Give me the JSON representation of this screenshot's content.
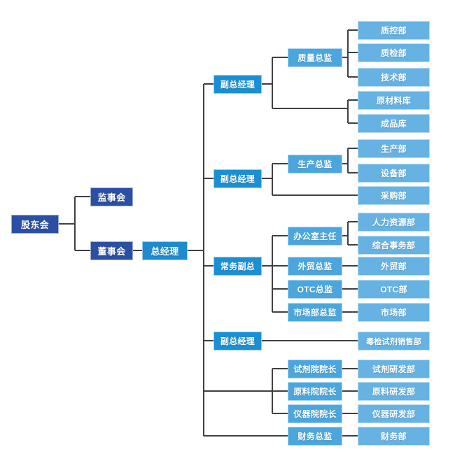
{
  "meta": {
    "title": "组织架构图",
    "colors": {
      "root": "#2b4fa2",
      "board": "#2b4fa2",
      "general_manager": "#1e8bce",
      "vice_president": "#1b8fd4",
      "director": "#4ba6dd",
      "department": "#66b2e3",
      "connector": "#404040",
      "background": "#ffffff"
    }
  },
  "nodes": {
    "shareholders": "股东会",
    "supervisors": "监事会",
    "directors_board": "董事会",
    "general_manager": "总经理",
    "vp_quality": "副总经理",
    "vp_production": "副总经理",
    "exec_vp": "常务副总",
    "vp_sales": "副总经理",
    "dir_quality": "质量总监",
    "dir_production": "生产总监",
    "dir_office": "办公室主任",
    "dir_foreign_trade": "外贸总监",
    "dir_otc": "OTC总监",
    "dir_marketing": "市场部总监",
    "dean_reagent": "试剂院院长",
    "dean_material": "原料院院长",
    "dean_instrument": "仪器院院长",
    "dir_finance": "财务总监",
    "dept_quality_control": "质控部",
    "dept_quality_inspection": "质检部",
    "dept_technology": "技术部",
    "dept_raw_material_warehouse": "原材料库",
    "dept_finished_goods_warehouse": "成品库",
    "dept_production": "生产部",
    "dept_equipment": "设备部",
    "dept_purchasing": "采购部",
    "dept_hr": "人力资源部",
    "dept_general_affairs": "综合事务部",
    "dept_foreign_trade": "外贸部",
    "dept_otc": "OTC部",
    "dept_marketing": "市场部",
    "dept_toxicology_sales": "毒检试剂销售部",
    "dept_reagent_rnd": "试剂研发部",
    "dept_material_rnd": "原料研发部",
    "dept_instrument_rnd": "仪器研发部",
    "dept_finance": "财务部"
  }
}
